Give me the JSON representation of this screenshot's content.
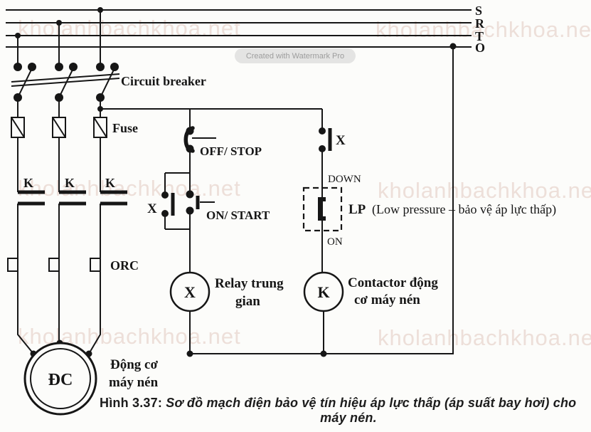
{
  "power": {
    "phase_labels": [
      "S",
      "R",
      "T",
      "O"
    ]
  },
  "components": {
    "circuit_breaker": "Circuit breaker",
    "fuse": "Fuse",
    "k_contacts": [
      "K",
      "K",
      "K"
    ],
    "orc": "ORC",
    "off_stop": "OFF/ STOP",
    "on_start": "ON/ START",
    "aux_x_contact": "X",
    "x_contact": "X",
    "down": "DOWN",
    "on": "ON",
    "lp_abbr": "LP",
    "lp_desc": "(Low pressure – bảo vệ áp lực thấp)",
    "relay_coil": "X",
    "relay_name_1": "Relay trung",
    "relay_name_2": "gian",
    "contactor_coil": "K",
    "contactor_name_1": "Contactor động",
    "contactor_name_2": "cơ máy nén",
    "motor": "ĐC",
    "motor_name_1": "Động cơ",
    "motor_name_2": "máy nén"
  },
  "figure_caption": {
    "prefix": "Hình 3.37:",
    "line1": "Sơ đồ mạch điện bảo vệ tín hiệu áp lực thấp (áp suất bay hơi) cho",
    "line2": "máy nén."
  },
  "watermark": {
    "tile": "kholanhbachkhoa.net",
    "badge": "Created with Watermark Pro"
  },
  "colors": {
    "ink": "#161616",
    "paper": "#fcfcfa",
    "watermark": "#eddfd9"
  }
}
